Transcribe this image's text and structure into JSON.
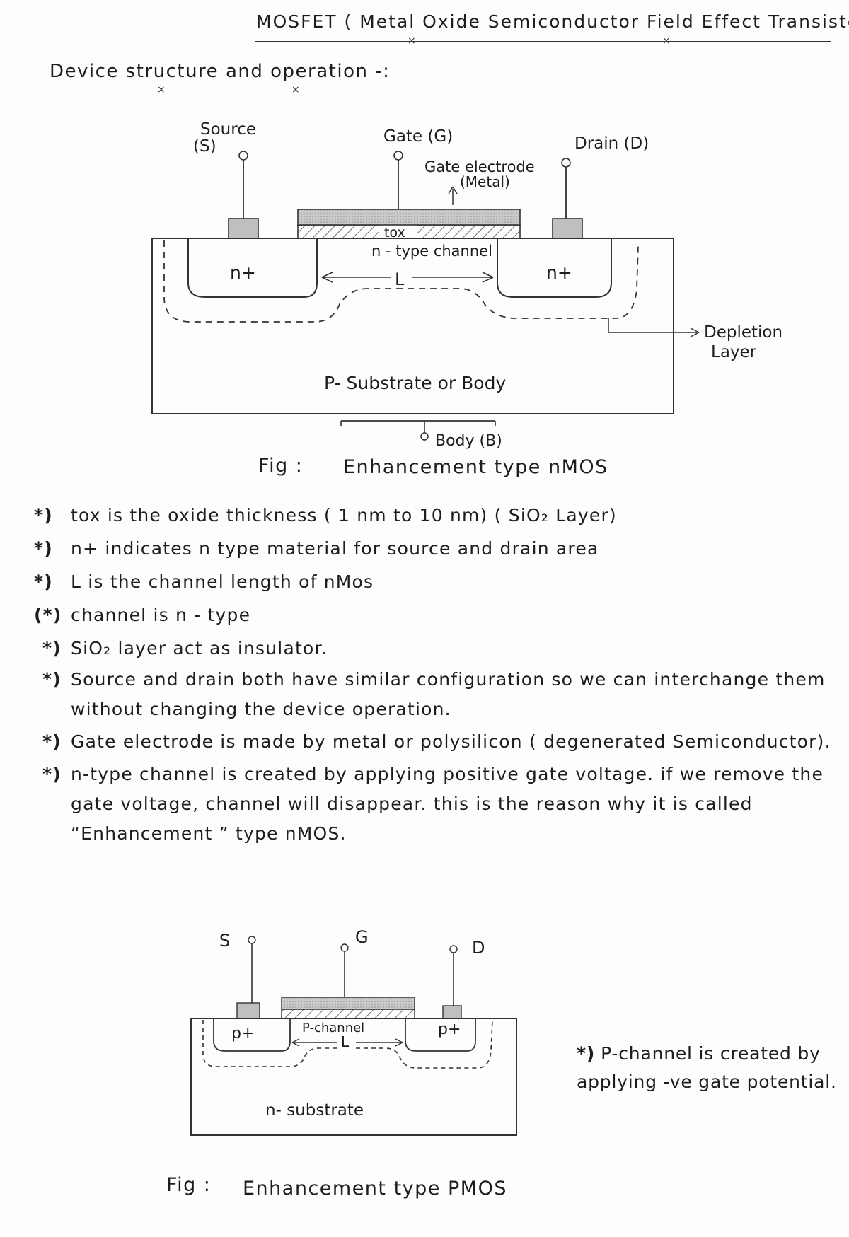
{
  "header": {
    "title": "MOSFET ( Metal Oxide Semiconductor Field Effect Transistor)",
    "subtitle": "Device structure and operation -:"
  },
  "fig_nmos": {
    "source_label": "Source\n(S)",
    "gate_label": "Gate (G)",
    "drain_label": "Drain (D)",
    "gate_electrode_label": "Gate electrode",
    "gate_metal_label": "(Metal)",
    "tox_label": "tox",
    "channel_label": "n - type channel",
    "left_region": "n+",
    "right_region": "n+",
    "length_label": "L",
    "depletion_label_1": "Depletion",
    "depletion_label_2": "Layer",
    "substrate_label": "P- Substrate or Body",
    "body_label": "Body (B)",
    "caption_prefix": "Fig :",
    "caption": "Enhancement type nMOS"
  },
  "notes": [
    "tox is the oxide thickness ( 1 nm to 10 nm) ( SiO₂ Layer)",
    "n+ indicates n type material for source and drain area",
    "L is the channel length of nMos",
    "channel is n - type",
    "SiO₂ layer act as insulator.",
    "Source and drain both have similar configuration so we can interchange them without changing the device operation.",
    "Gate electrode is made by metal or polysilicon ( degenerated Semiconductor).",
    "n-type channel is created by applying positive gate voltage. if we remove the gate voltage, channel will disappear. this is the reason why it is called “Enhancement ” type nMOS."
  ],
  "fig_pmos": {
    "source_label": "S",
    "gate_label": "G",
    "drain_label": "D",
    "channel_label": "P-channel",
    "left_region": "p+",
    "right_region": "p+",
    "length_label": "L",
    "substrate_label": "n- substrate",
    "caption_prefix": "Fig :",
    "caption": "Enhancement type PMOS"
  },
  "side_note": "P-channel is created by applying -ve gate potential."
}
